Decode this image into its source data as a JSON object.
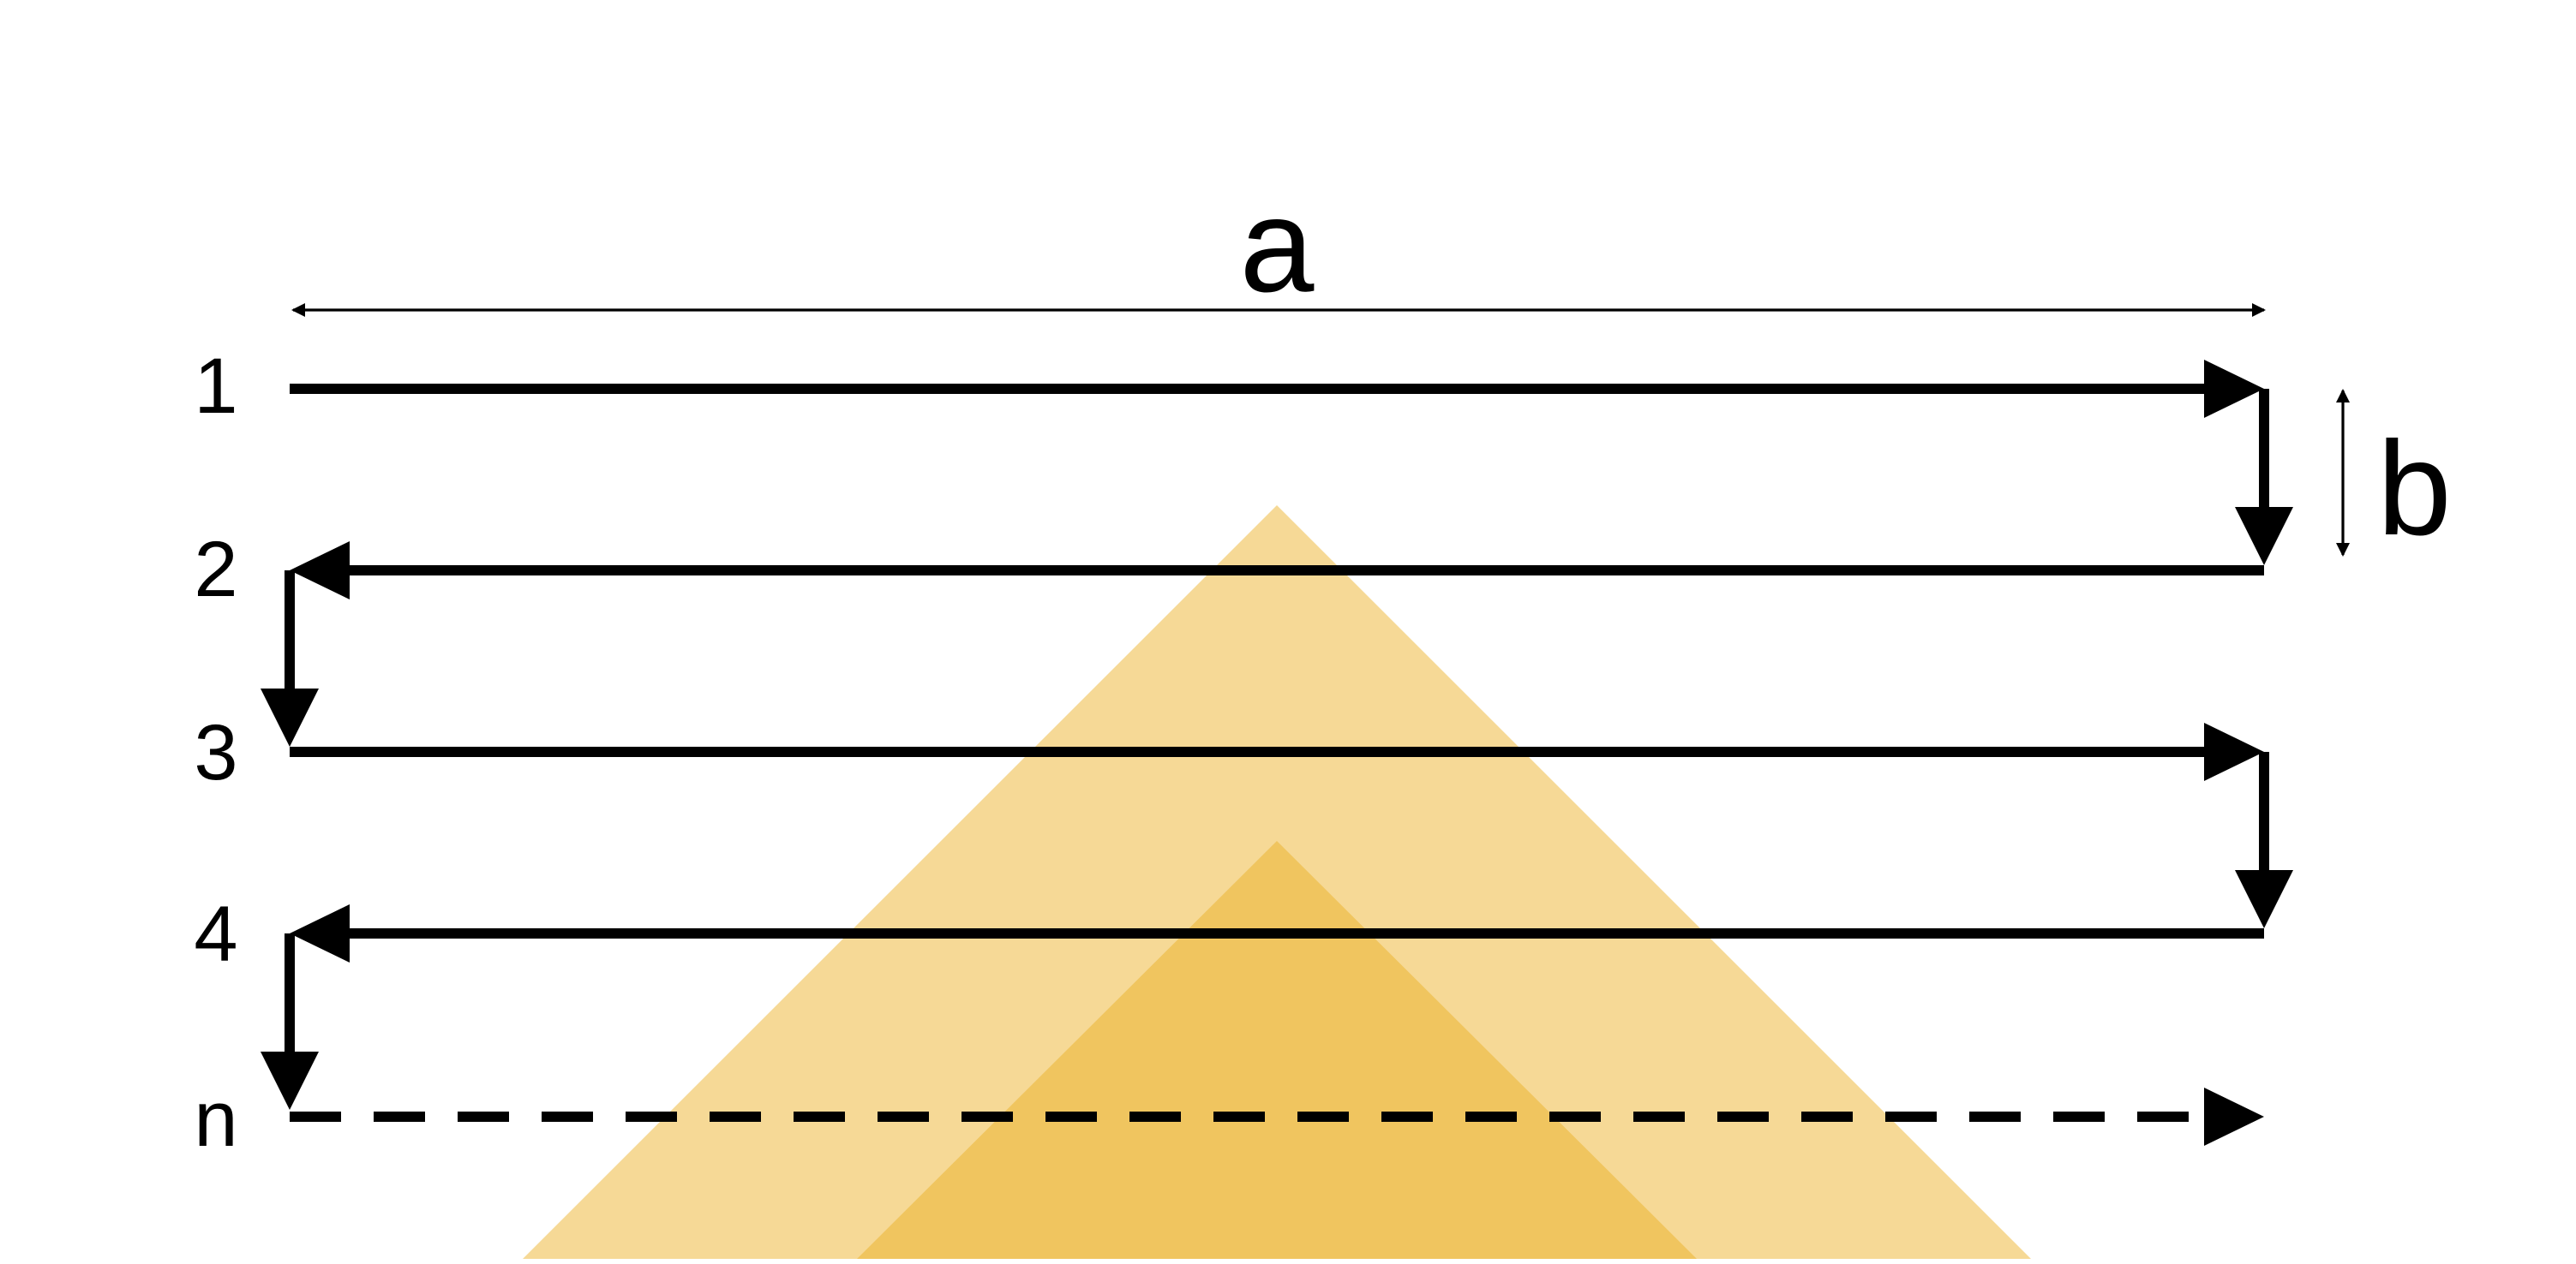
{
  "labels": {
    "width": "a",
    "spacing": "b",
    "rows": [
      "1",
      "2",
      "3",
      "4",
      "n"
    ]
  },
  "colors": {
    "line": "#000000",
    "outer_triangle": "#f6d996",
    "inner_triangle": "#f0c55f"
  }
}
